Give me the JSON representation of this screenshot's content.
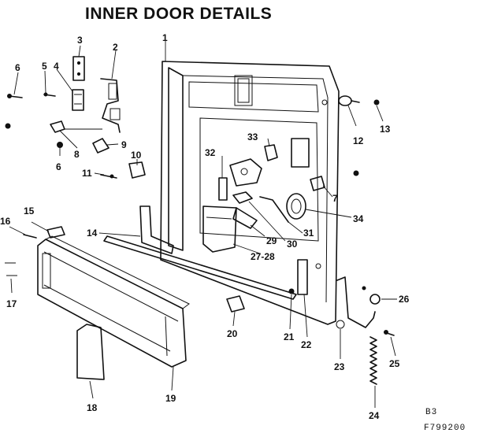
{
  "diagram": {
    "title": "INNER DOOR DETAILS",
    "page_code": "B3",
    "drawing_number": "F799200",
    "callouts": {
      "c1": "1",
      "c2": "2",
      "c3": "3",
      "c4": "4",
      "c5": "5",
      "c6a": "6",
      "c6b": "6",
      "c7": "7",
      "c8": "8",
      "c9": "9",
      "c10": "10",
      "c11": "11",
      "c12": "12",
      "c13": "13",
      "c14": "14",
      "c15": "15",
      "c16": "16",
      "c17": "17",
      "c18": "18",
      "c19": "19",
      "c20": "20",
      "c21": "21",
      "c22": "22",
      "c23": "23",
      "c24": "24",
      "c25": "25",
      "c26": "26",
      "c27_28": "27-28",
      "c29": "29",
      "c30": "30",
      "c31": "31",
      "c32": "32",
      "c33": "33",
      "c34": "34"
    }
  }
}
